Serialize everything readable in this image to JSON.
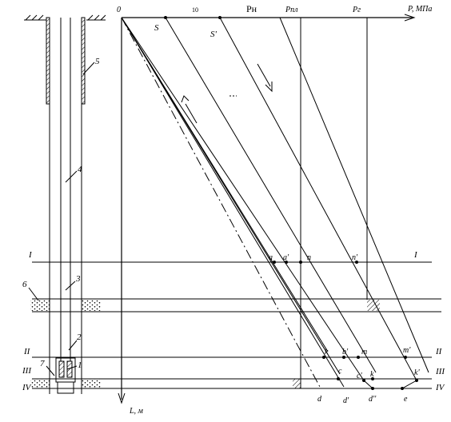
{
  "axes": {
    "origin": "0",
    "tick_10": "10",
    "p_h": "Pн",
    "p_pl": "Pпл",
    "p_g": "Pг",
    "p_axis": "P, МПа",
    "l_axis": "L, м"
  },
  "levels": {
    "I": "I",
    "II": "II",
    "III": "III",
    "IV": "IV"
  },
  "well_labels": {
    "n1": "1",
    "n2": "2",
    "n3": "3",
    "n4": "4",
    "n5": "5",
    "n6": "6",
    "n7": "7"
  },
  "points": {
    "S": "S",
    "S_prime": "S'",
    "a": "a",
    "a_prime": "a'",
    "n": "n",
    "n_prime": "n'",
    "k_upper": "k",
    "b_prime": "b'",
    "m": "m",
    "m_prime": "m'",
    "c": "c",
    "c_prime": "c'",
    "k_lower": "k",
    "k_prime": "k'",
    "d": "d",
    "d_prime": "d'",
    "d_dprime": "d''",
    "e": "e"
  }
}
